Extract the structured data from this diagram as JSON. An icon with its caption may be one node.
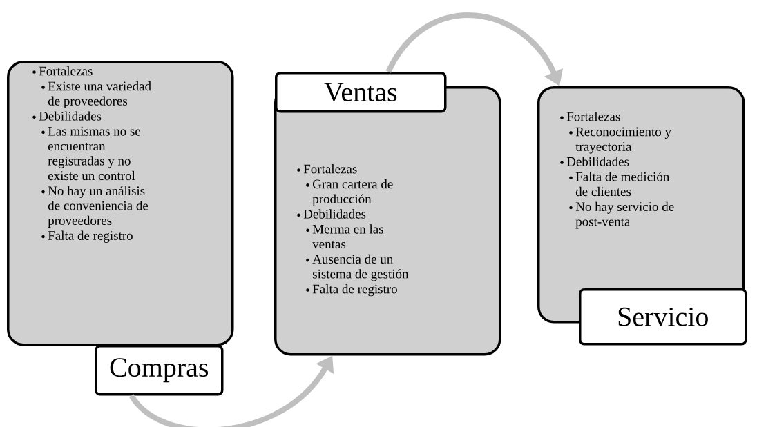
{
  "diagram": {
    "nodes": [
      {
        "text": [
          "Fortalezas",
          "Existe una variedad de proveedores",
          "Debilidades",
          "Las mismas no se encuentran registradas y no existe un control",
          "No hay un análisis de conveniencia de proveedores",
          "Falta de registro"
        ]
      },
      {
        "text": [
          "Compras"
        ]
      },
      {
        "text": [
          "Fortalezas",
          "Gran cartera de producción",
          "Debilidades",
          "Merma en las ventas",
          "Ausencia de un sistema de gestión",
          "Falta de registro"
        ]
      },
      {
        "text": [
          "Ventas"
        ]
      },
      {
        "text": [
          "Fortalezas",
          "Reconocimiento y trayectoria",
          "Debilidades",
          "Falta de medición de clientes",
          "No hay servicio de post-venta"
        ]
      },
      {
        "text": [
          "Servicio"
        ]
      }
    ],
    "edges": [
      {
        "from": 1,
        "to": 2,
        "arrow": "to"
      },
      {
        "from": 3,
        "to": 4,
        "arrow": "to"
      }
    ]
  }
}
